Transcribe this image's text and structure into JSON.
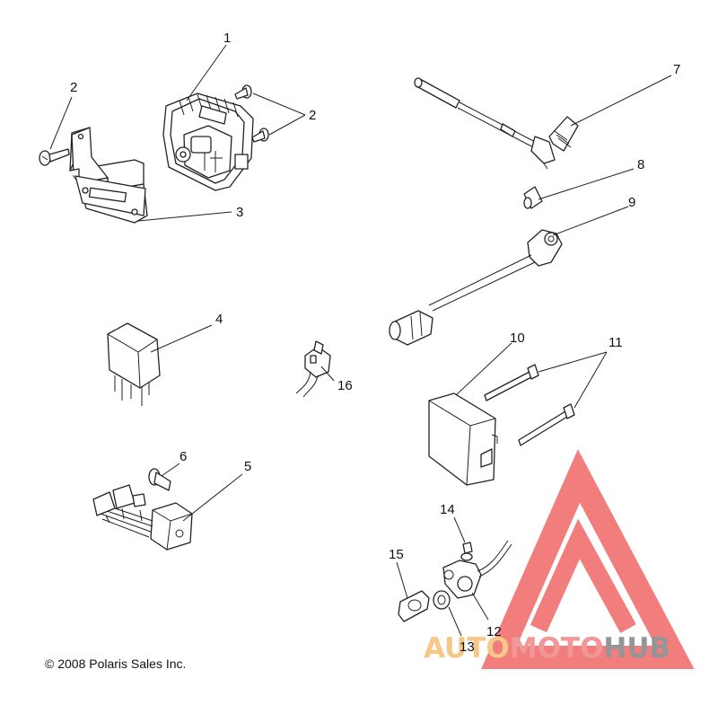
{
  "callouts": [
    {
      "label": "1"
    },
    {
      "label": "2"
    },
    {
      "label": "2"
    },
    {
      "label": "3"
    },
    {
      "label": "4"
    },
    {
      "label": "5"
    },
    {
      "label": "6"
    },
    {
      "label": "7"
    },
    {
      "label": "8"
    },
    {
      "label": "9"
    },
    {
      "label": "10"
    },
    {
      "label": "11"
    },
    {
      "label": "12"
    },
    {
      "label": "13"
    },
    {
      "label": "14"
    },
    {
      "label": "15"
    },
    {
      "label": "16"
    }
  ],
  "copyright": "© 2008 Polaris Sales Inc.",
  "watermark": {
    "part1": "AUTO",
    "part2": "MOTO",
    "part3": "HUB",
    "colors": {
      "auto": "#f6c27a",
      "moto": "#f08c8c",
      "hub": "#8a8a8a",
      "triangle": "#f07070"
    }
  }
}
